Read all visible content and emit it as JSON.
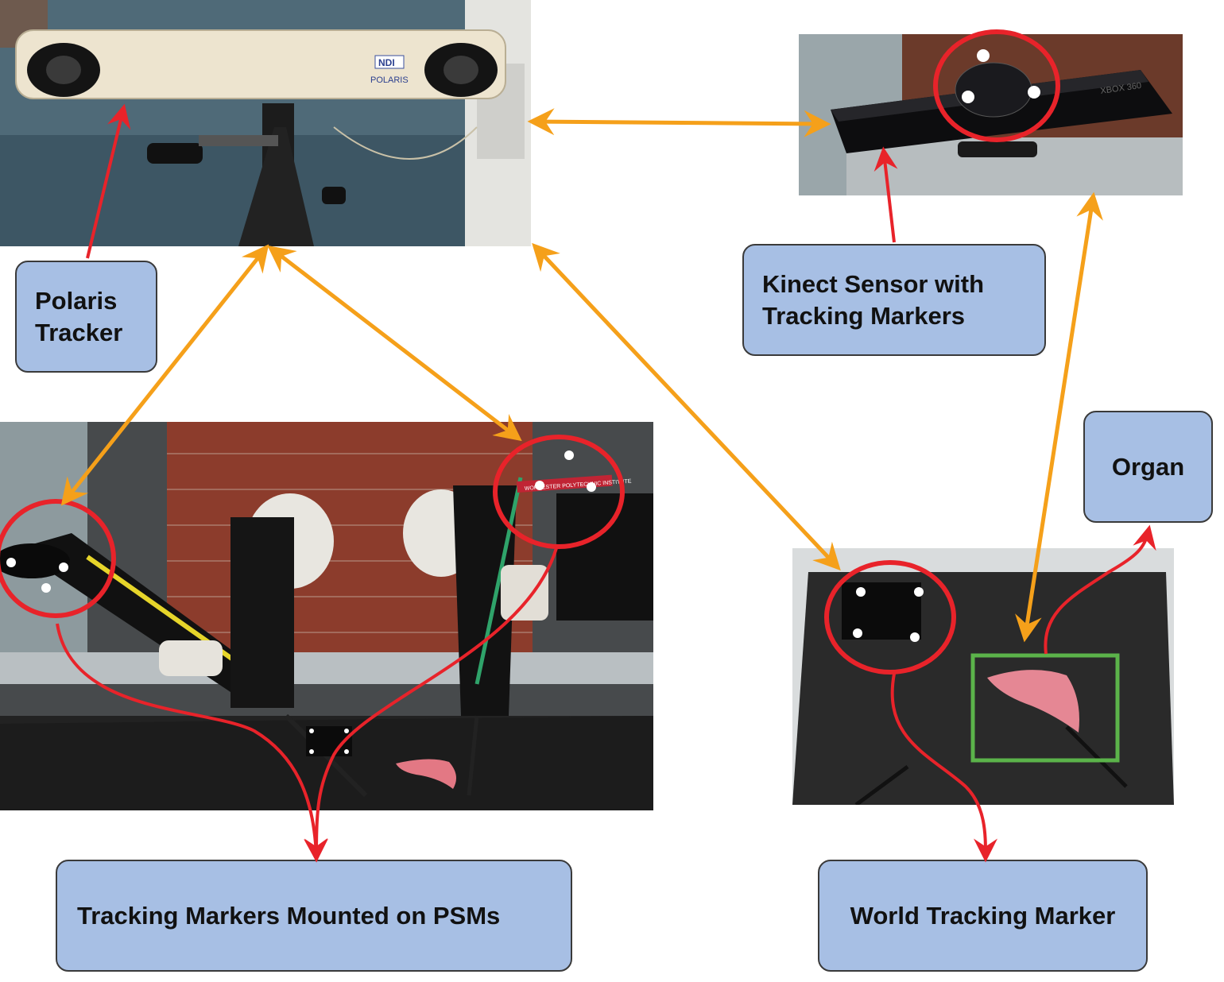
{
  "labels": {
    "polaris": "Polaris\nTracker",
    "kinect": "Kinect Sensor with\nTracking Markers",
    "organ": "Organ",
    "psm_markers": "Tracking Markers Mounted on PSMs",
    "world_marker": "World Tracking Marker"
  },
  "photo_text": {
    "ndi": "NDI",
    "polaris_brand": "POLARIS",
    "xbox": "XBOX 360",
    "wpi": "WORCESTER POLYTECHNIC INSTITUTE"
  },
  "colors": {
    "label_fill": "#a7bfe4",
    "label_border": "#3a3a3a",
    "red_arrow": "#e8232a",
    "orange_arrow": "#f5a01a",
    "highlight_circle": "#e8232a",
    "organ_box": "#5bb34a"
  }
}
